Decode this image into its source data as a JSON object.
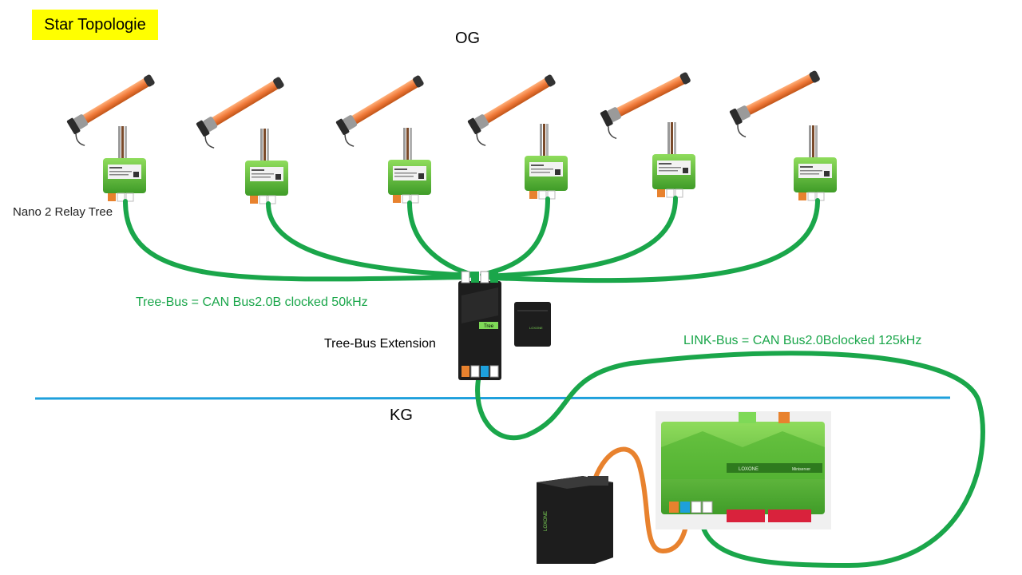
{
  "title": "Star Topologie",
  "floors": {
    "upper": "OG",
    "lower": "KG"
  },
  "labels": {
    "relay": "Nano 2 Relay Tree",
    "tree_bus": "Tree-Bus  = CAN Bus2.0B  clocked 50kHz",
    "extension": "Tree-Bus Extension",
    "link_bus": "LINK-Bus = CAN Bus2.0Bclocked 125kHz"
  },
  "device_text": {
    "brand": "LOXONE",
    "tree_tag": "Tree",
    "miniserver_tag": "Miniserver"
  },
  "devices": {
    "motors": [
      "motor-1",
      "motor-2",
      "motor-3",
      "motor-4",
      "motor-5",
      "motor-6"
    ],
    "relays": [
      "relay-1",
      "relay-2",
      "relay-3",
      "relay-4",
      "relay-5",
      "relay-6"
    ]
  },
  "colors": {
    "title_bg": "#ffff00",
    "bus_cable": "#1aa64a",
    "power_cable": "#e8822e",
    "floor_line": "#1ea0dc",
    "device_green": "#5fbf3a",
    "device_black": "#1d1d1d",
    "motor_orange": "#f07a3a"
  }
}
